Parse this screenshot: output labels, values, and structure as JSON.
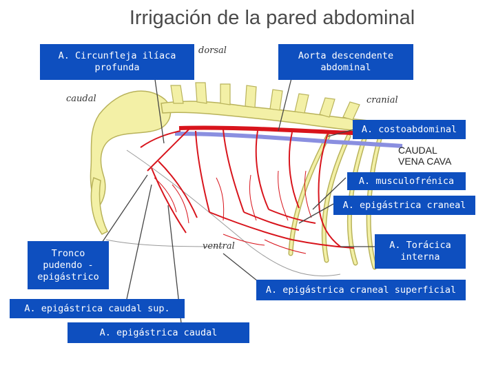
{
  "title": "Irrigación de la pared abdominal",
  "orientation": {
    "dorsal": "dorsal",
    "caudal": "caudal",
    "cranial": "cranial",
    "ventral": "ventral"
  },
  "handwritten": {
    "caudal": "CAUDAL",
    "vena_cava": "VENA CAVA"
  },
  "labels": {
    "circunfleja": "A. Circunfleja ilíaca\nprofunda",
    "aorta": "Aorta descendente\nabdominal",
    "costoabdominal": "A. costoabdominal",
    "musculofrenica": "A. musculofrénica",
    "epigastrica_craneal": "A. epigástrica craneal",
    "tronco": "Tronco\npudendo -\nepigástrico",
    "toracica": "A. Torácica\ninterna",
    "epigastrica_craneal_sup": "A. epigástrica craneal superficial",
    "epigastrica_caudal_sup": "A. epigástrica caudal sup.",
    "epigastrica_caudal": "A. epigástrica caudal"
  },
  "colors": {
    "label_bg": "#0e4fbf",
    "artery": "#d8141c",
    "vein": "#8a8fe0",
    "bone_fill": "#f3f0a6",
    "bone_stroke": "#b8b25a"
  }
}
